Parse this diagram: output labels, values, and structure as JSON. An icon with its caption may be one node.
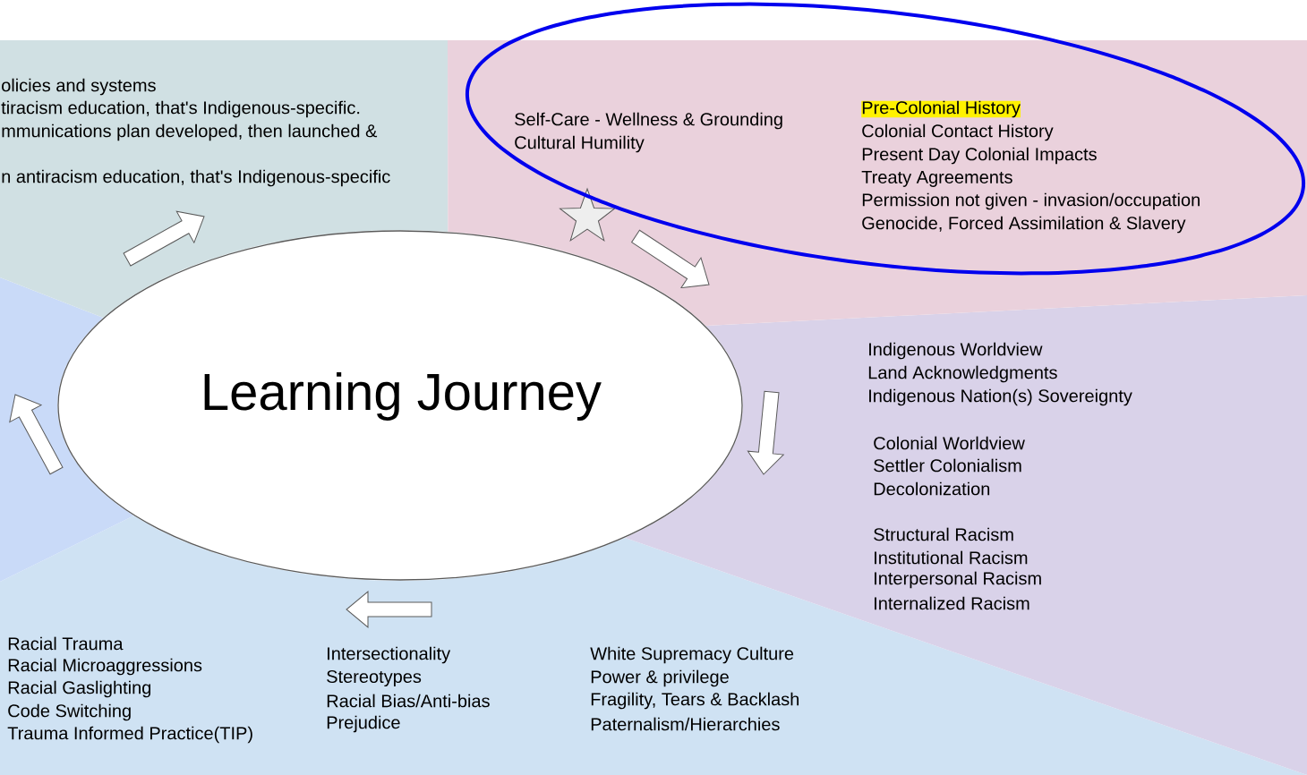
{
  "diagram": {
    "nodes": [
      {
        "text": [
          "olicies and systems",
          "tiracism education, that's Indigenous-specific.",
          "mmunications plan developed, then launched &",
          "n antiracism education, that's Indigenous-specific"
        ]
      },
      {
        "text": [],
        "shape": "box"
      },
      {
        "text": [
          "Self-Care - Wellness & Grounding",
          "Cultural Humility",
          "Pre-Colonial History",
          "Colonial Contact History",
          "Present Day Colonial Impacts",
          "Treaty Agreements",
          "Permission not given - invasion/occupation",
          "Genocide, Forced Assimilation & Slavery"
        ]
      },
      {
        "text": [
          "Indigenous Worldview",
          "Land Acknowledgments",
          "Indigenous Nation(s) Sovereignty",
          "Colonial Worldview",
          "Settler Colonialism",
          "Decolonization",
          "Structural Racism",
          "Institutional Racism",
          "Interpersonal Racism",
          "Internalized Racism"
        ]
      },
      {
        "text": [
          "Racial Trauma",
          "Racial Microaggressions",
          "Racial Gaslighting",
          "Code Switching",
          "Trauma Informed Practice(TIP)",
          "Intersectionality",
          "Stereotypes",
          "Racial Bias/Anti-bias",
          "Prejudice",
          "White Supremacy Culture",
          "Power & privilege",
          "Fragility, Tears & Backlash",
          "Paternalism/Hierarchies"
        ]
      },
      {
        "text": [],
        "shape": "box"
      },
      {
        "text": [
          "Learning Journey"
        ]
      }
    ],
    "edges": []
  }
}
